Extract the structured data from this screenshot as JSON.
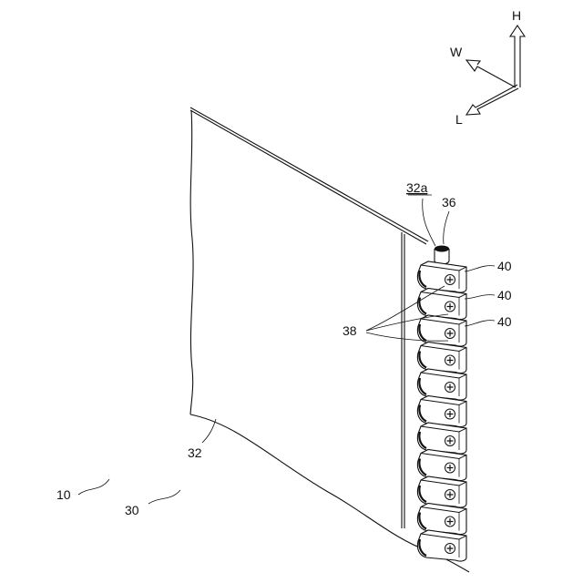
{
  "axes": {
    "h_label": "H",
    "w_label": "W",
    "l_label": "L"
  },
  "labels": {
    "panel_edge": "32a",
    "plug": "36",
    "clip_a": "40",
    "clip_b": "40",
    "clip_c": "40",
    "fasteners": "38",
    "panel": "32",
    "assembly": "10",
    "frame": "30"
  },
  "clip_count": 11
}
